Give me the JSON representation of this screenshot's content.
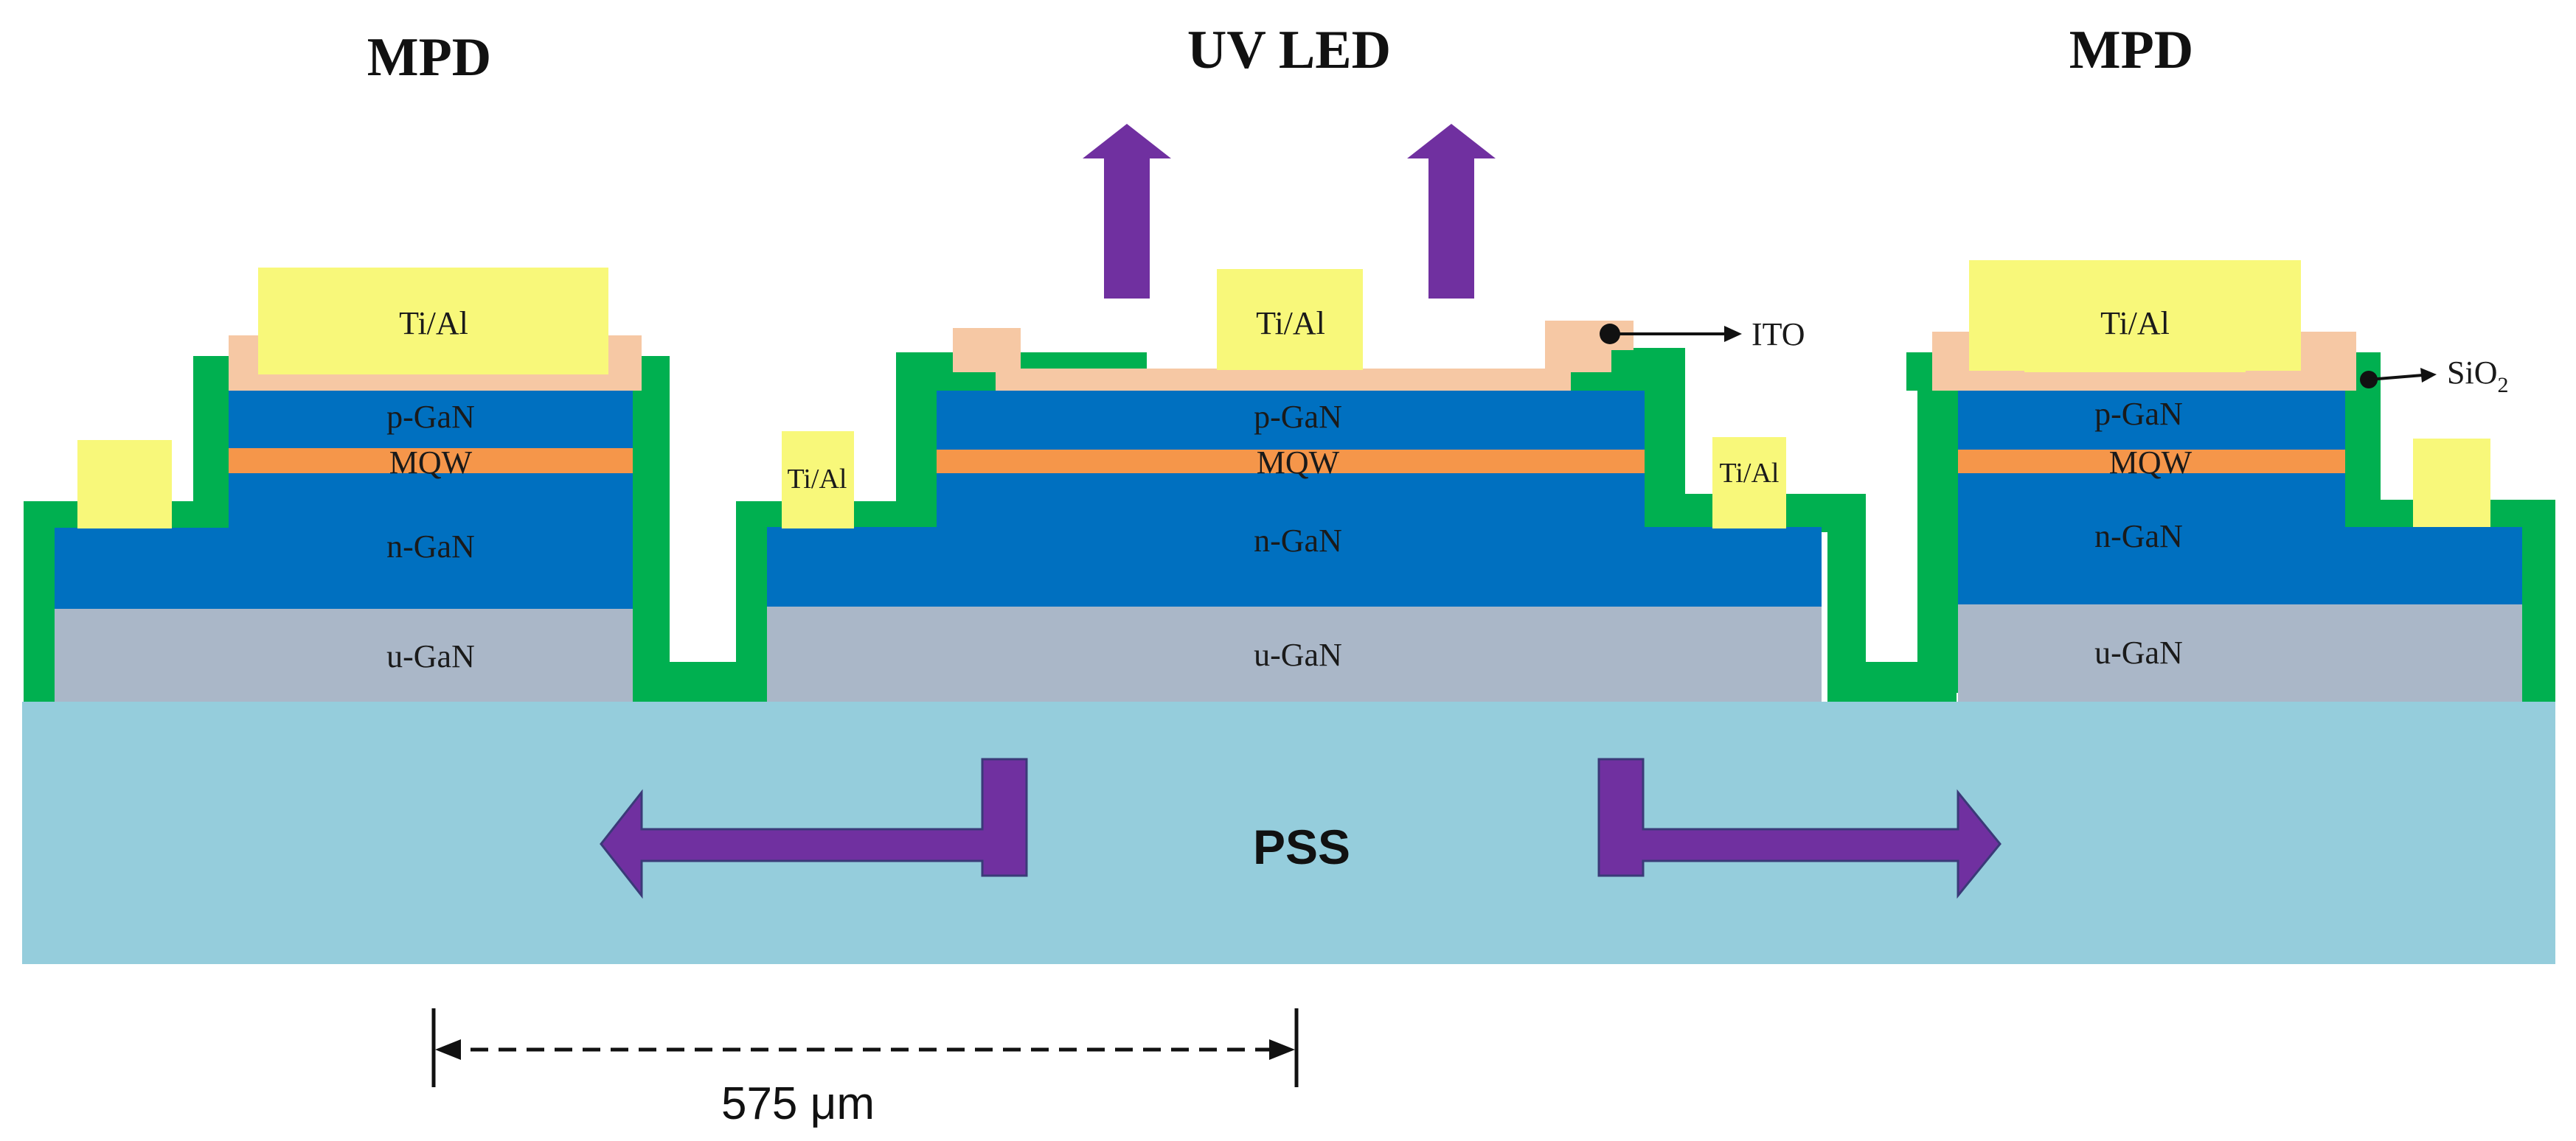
{
  "titles": {
    "left": "MPD",
    "center": "UV LED",
    "right": "MPD"
  },
  "substrate_label": "PSS",
  "layers": {
    "p": "p-GaN",
    "mqw": "MQW",
    "n": "n-GaN",
    "u": "u-GaN",
    "contact": "Ti/Al"
  },
  "annotations": {
    "ito": "ITO",
    "sio2_main": "SiO",
    "sio2_sub": "2"
  },
  "scale": {
    "value": "575",
    "unit": "μm"
  },
  "colors": {
    "substrate": "#95cddc",
    "u_gan": "#aab7c8",
    "n_gan": "#0070c0",
    "mqw": "#f5964a",
    "p_gan": "#0070c0",
    "ito": "#f6c8a4",
    "sio2": "#00b050",
    "contact": "#f8f87a",
    "arrow": "#7030a0"
  }
}
